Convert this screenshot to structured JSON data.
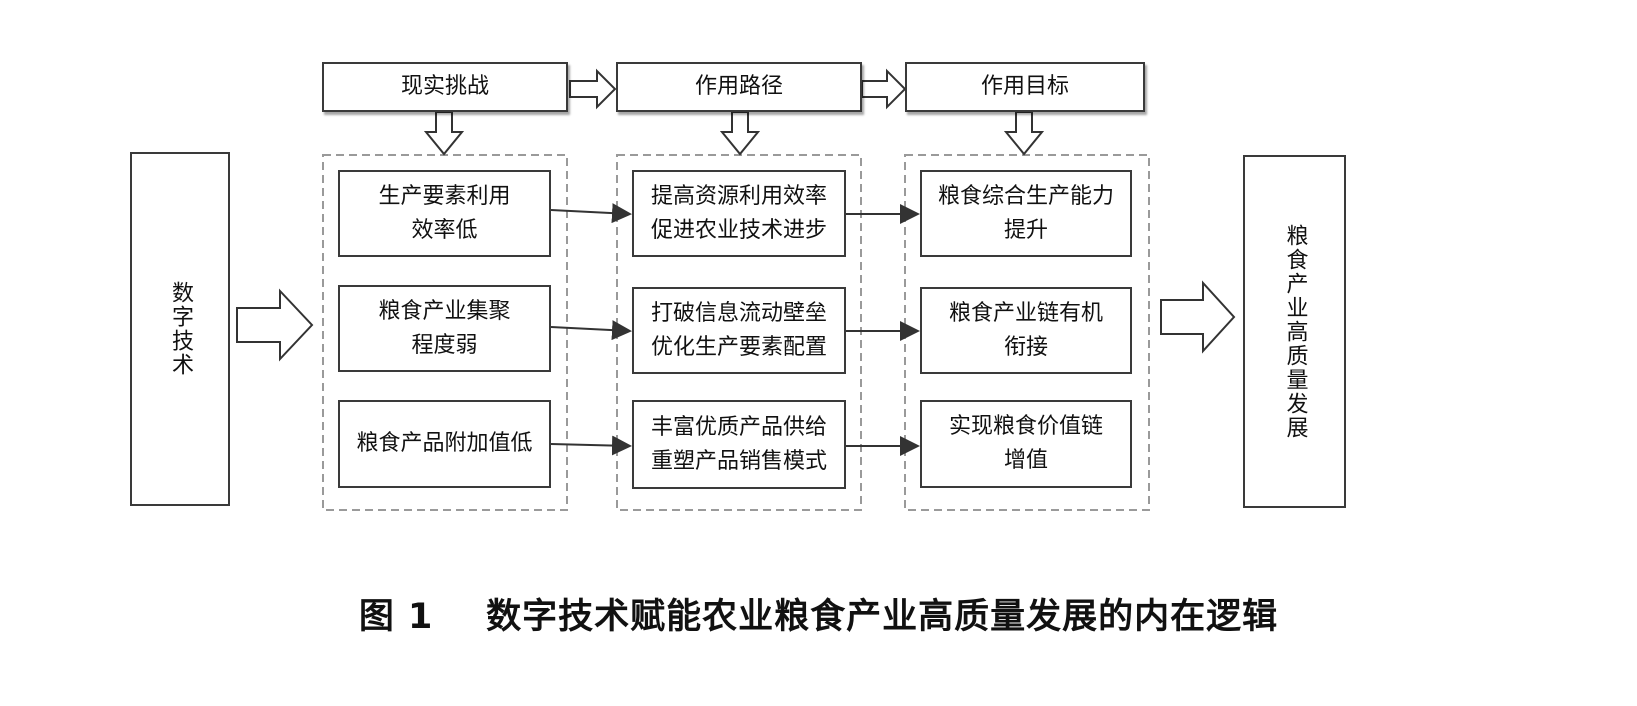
{
  "diagram": {
    "left_box": {
      "label": "数字技术"
    },
    "right_box": {
      "label": "粮食产业高质量发展"
    },
    "headers": [
      {
        "label": "现实挑战"
      },
      {
        "label": "作用路径"
      },
      {
        "label": "作用目标"
      }
    ],
    "challenges": [
      {
        "label": "生产要素利用\n效率低"
      },
      {
        "label": "粮食产业集聚\n程度弱"
      },
      {
        "label": "粮食产品附加值低"
      }
    ],
    "paths": [
      {
        "label": "提高资源利用效率\n促进农业技术进步"
      },
      {
        "label": "打破信息流动壁垒\n优化生产要素配置"
      },
      {
        "label": "丰富优质产品供给\n重塑产品销售模式"
      }
    ],
    "goals": [
      {
        "label": "粮食综合生产能力\n提升"
      },
      {
        "label": "粮食产业链有机\n衔接"
      },
      {
        "label": "实现粮食价值链\n增值"
      }
    ],
    "colors": {
      "border": "#3a3a3a",
      "dashed_group": "#9a9a9a",
      "arrow": "#333333"
    }
  },
  "caption": "图 1    数字技术赋能农业粮食产业高质量发展的内在逻辑"
}
